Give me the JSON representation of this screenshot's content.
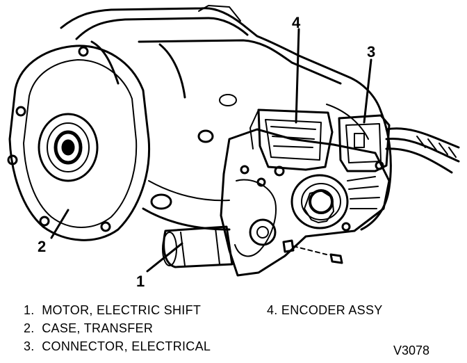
{
  "callouts": {
    "c1": "1",
    "c2": "2",
    "c3": "3",
    "c4": "4"
  },
  "legend": {
    "item1": "1.  MOTOR, ELECTRIC SHIFT",
    "item2": "2.  CASE, TRANSFER",
    "item3": "3.  CONNECTOR, ELECTRICAL",
    "item4": "4. ENCODER ASSY"
  },
  "figure_id": "V3078"
}
